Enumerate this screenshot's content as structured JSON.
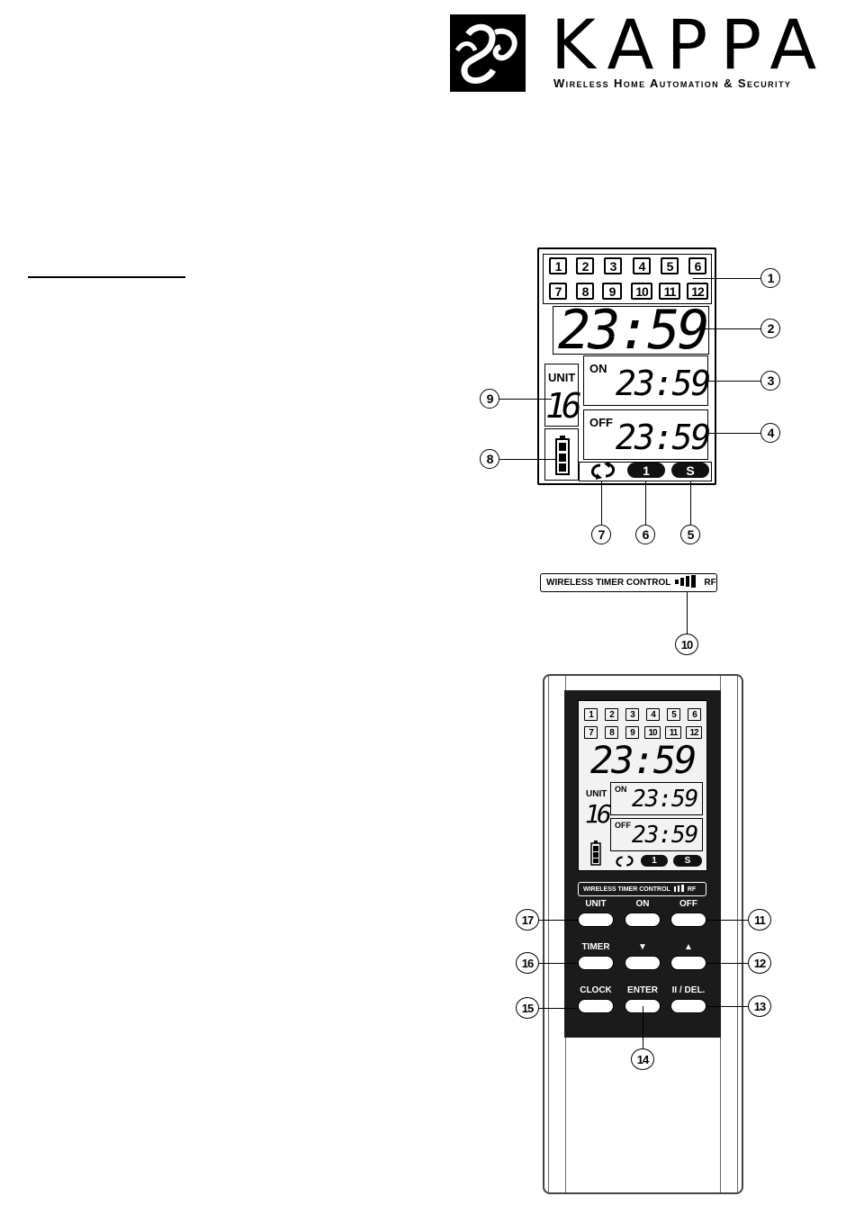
{
  "brand": {
    "name": "KAPPA",
    "tagline": "Wireless Home Automation & Security"
  },
  "lcd": {
    "channels_row1": [
      "1",
      "2",
      "3",
      "4",
      "5",
      "6"
    ],
    "channels_row2": [
      "7",
      "8",
      "9",
      "10",
      "11",
      "12"
    ],
    "clock": "23:59",
    "on_label": "ON",
    "on_time": "23:59",
    "off_label": "OFF",
    "off_time": "23:59",
    "unit_label": "UNIT",
    "unit_value": "16",
    "icon_once": "1",
    "icon_s": "S"
  },
  "rf_strip": {
    "text": "WIRELESS TIMER CONTROL",
    "rf": "RF"
  },
  "callouts": [
    "1",
    "2",
    "3",
    "4",
    "5",
    "6",
    "7",
    "8",
    "9",
    "10",
    "11",
    "12",
    "13",
    "14",
    "15",
    "16",
    "17"
  ],
  "remote": {
    "buttons": {
      "unit": "UNIT",
      "on": "ON",
      "off": "OFF",
      "timer": "TIMER",
      "down": "▼",
      "up": "▲",
      "clock": "CLOCK",
      "enter": "ENTER",
      "pause_del": "II / DEL."
    }
  }
}
